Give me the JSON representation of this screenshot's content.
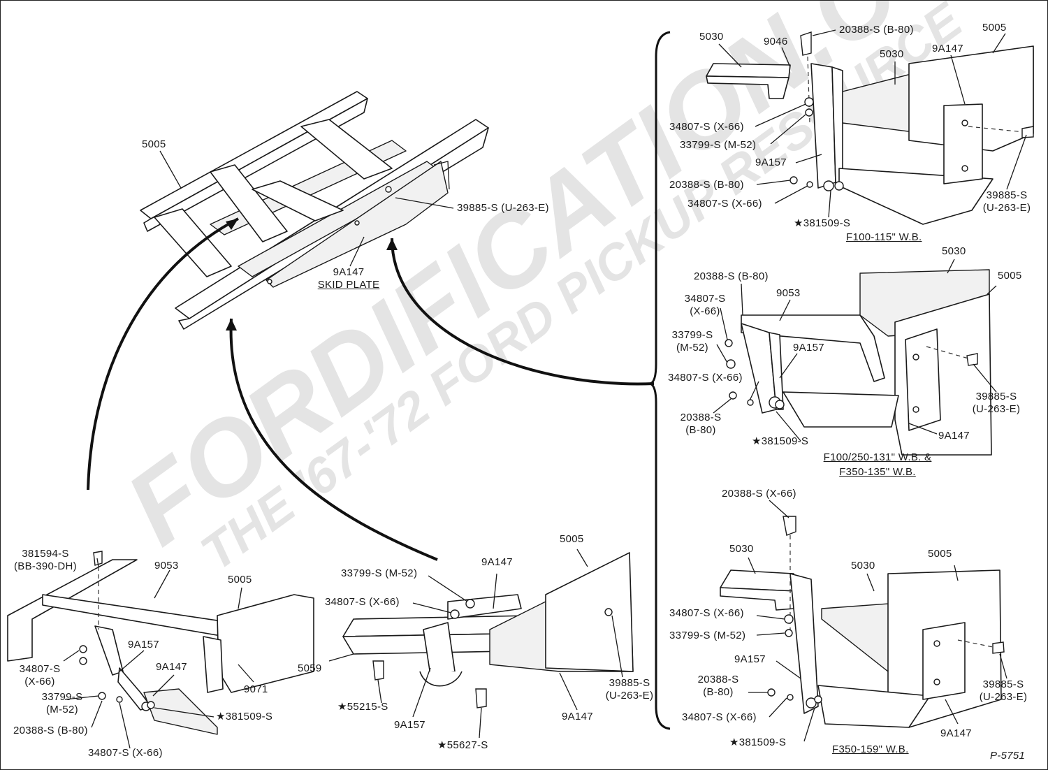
{
  "watermark": {
    "main": "FORDIFICATION.COM",
    "sub": "THE '67-'72 FORD PICKUP RESOURCE"
  },
  "figure_id": "P-5751",
  "labels": {
    "top_frame": {
      "frame": "5005",
      "bolt": "39885-S (U-263-E)",
      "skid_plate_part": "9A147",
      "skid_plate_name": "SKID PLATE"
    },
    "f100_115": {
      "crossmember_left": "5030",
      "bracket": "9046",
      "bolt_top": "20388-S (B-80)",
      "frame": "5005",
      "crossmember_right": "5030",
      "skid": "9A147",
      "washer1": "34807-S (X-66)",
      "nut": "33799-S (M-52)",
      "strap": "9A157",
      "bolt_lower": "20388-S (B-80)",
      "washer2": "34807-S (X-66)",
      "rivet": "★381509-S",
      "side_bolt_line1": "39885-S",
      "side_bolt_line2": "(U-263-E)",
      "caption": "F100-115\" W.B."
    },
    "f100_131": {
      "crossmember": "5030",
      "frame": "5005",
      "bolt_top": "20388-S (B-80)",
      "washer1_line1": "34807-S",
      "washer1_line2": "(X-66)",
      "bar": "9053",
      "nut_line1": "33799-S",
      "nut_line2": "(M-52)",
      "strap": "9A157",
      "washer2": "34807-S (X-66)",
      "bolt_lower_line1": "20388-S",
      "bolt_lower_line2": "(B-80)",
      "rivet": "★381509-S",
      "side_bolt_line1": "39885-S",
      "side_bolt_line2": "(U-263-E)",
      "skid": "9A147",
      "caption_line1": "F100/250-131\" W.B. &",
      "caption_line2": "F350-135\" W.B."
    },
    "f350_159": {
      "bolt_top": "20388-S (X-66)",
      "crossmember_left": "5030",
      "crossmember_right": "5030",
      "frame": "5005",
      "washer1": "34807-S (X-66)",
      "nut": "33799-S (M-52)",
      "strap": "9A157",
      "bolt_lower_line1": "20388-S",
      "bolt_lower_line2": "(B-80)",
      "washer2": "34807-S (X-66)",
      "rivet": "★381509-S",
      "side_bolt_line1": "39885-S",
      "side_bolt_line2": "(U-263-E)",
      "skid": "9A147",
      "caption": "F350-159\" W.B."
    },
    "bottom_left": {
      "bolt_top_line1": "381594-S",
      "bolt_top_line2": "(BB-390-DH)",
      "bar": "9053",
      "frame": "5005",
      "strap": "9A157",
      "skid": "9A147",
      "washer1_line1": "34807-S",
      "washer1_line2": "(X-66)",
      "nut_line1": "33799-S",
      "nut_line2": "(M-52)",
      "bolt_lower": "20388-S (B-80)",
      "washer2": "34807-S (X-66)",
      "rivet": "★381509-S",
      "bracket": "9071"
    },
    "bottom_middle": {
      "nut": "33799-S (M-52)",
      "skid_top": "9A147",
      "frame": "5005",
      "washer": "34807-S (X-66)",
      "crossmember": "5059",
      "bolt_left": "★55215-S",
      "strap": "9A157",
      "bolt_bottom": "★55627-S",
      "skid_bottom": "9A147",
      "side_bolt_line1": "39885-S",
      "side_bolt_line2": "(U-263-E)"
    }
  }
}
